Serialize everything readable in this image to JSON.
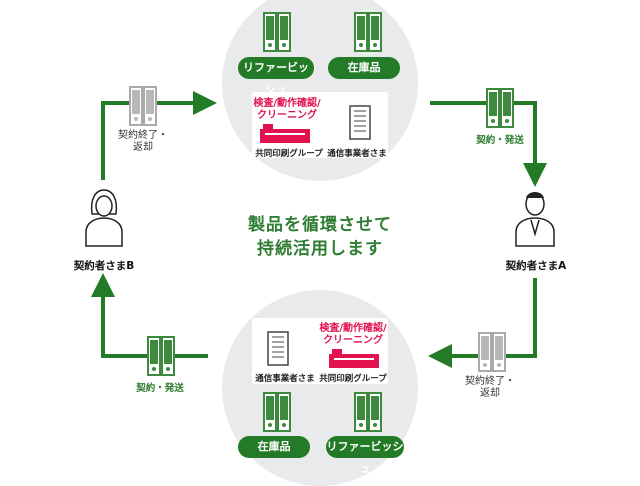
{
  "colors": {
    "green": "#237a27",
    "pink": "#e2124f",
    "circle": "#e9eaeb",
    "binder_green": "#3d8a3f",
    "binder_gray": "#b8b8b8"
  },
  "center": {
    "line1": "製品を循環させて",
    "line2": "持続活用します"
  },
  "top": {
    "pill_left": "リファービッシュ",
    "pill_right": "在庫品",
    "process_label": "検査/動作確認/\nクリーニング",
    "printing": "共同印刷グループ",
    "carrier": "通信事業者さま"
  },
  "bottom": {
    "pill_left": "在庫品",
    "pill_right": "リファービッシュ",
    "process_label": "検査/動作確認/\nクリーニング",
    "printing": "共同印刷グループ",
    "carrier": "通信事業者さま"
  },
  "people": {
    "a": "契約者さまA",
    "b": "契約者さまB"
  },
  "flows": {
    "contract_send_right": "契約・発送",
    "contract_send_left": "契約・発送",
    "return_right": "契約終了・\n返却",
    "return_left": "契約終了・\n返却"
  },
  "icons": {
    "binder": "binder-icon",
    "person_female": "person-female-icon",
    "person_male": "person-male-icon",
    "building": "building-icon",
    "factory": "factory-icon"
  }
}
